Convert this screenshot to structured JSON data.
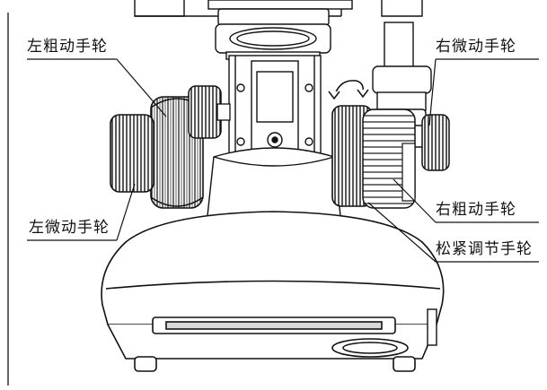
{
  "labels": {
    "left_coarse": "左粗动手轮",
    "right_fine": "右微动手轮",
    "left_fine": "左微动手轮",
    "right_coarse": "右粗动手轮",
    "tension": "松紧调节手轮"
  },
  "colors": {
    "line": "#111111",
    "paper": "#ffffff",
    "shade": "#d9d9d9",
    "dark": "#2b2b2b"
  },
  "icons": {
    "rotation": "curved-double-arrow-icon"
  }
}
